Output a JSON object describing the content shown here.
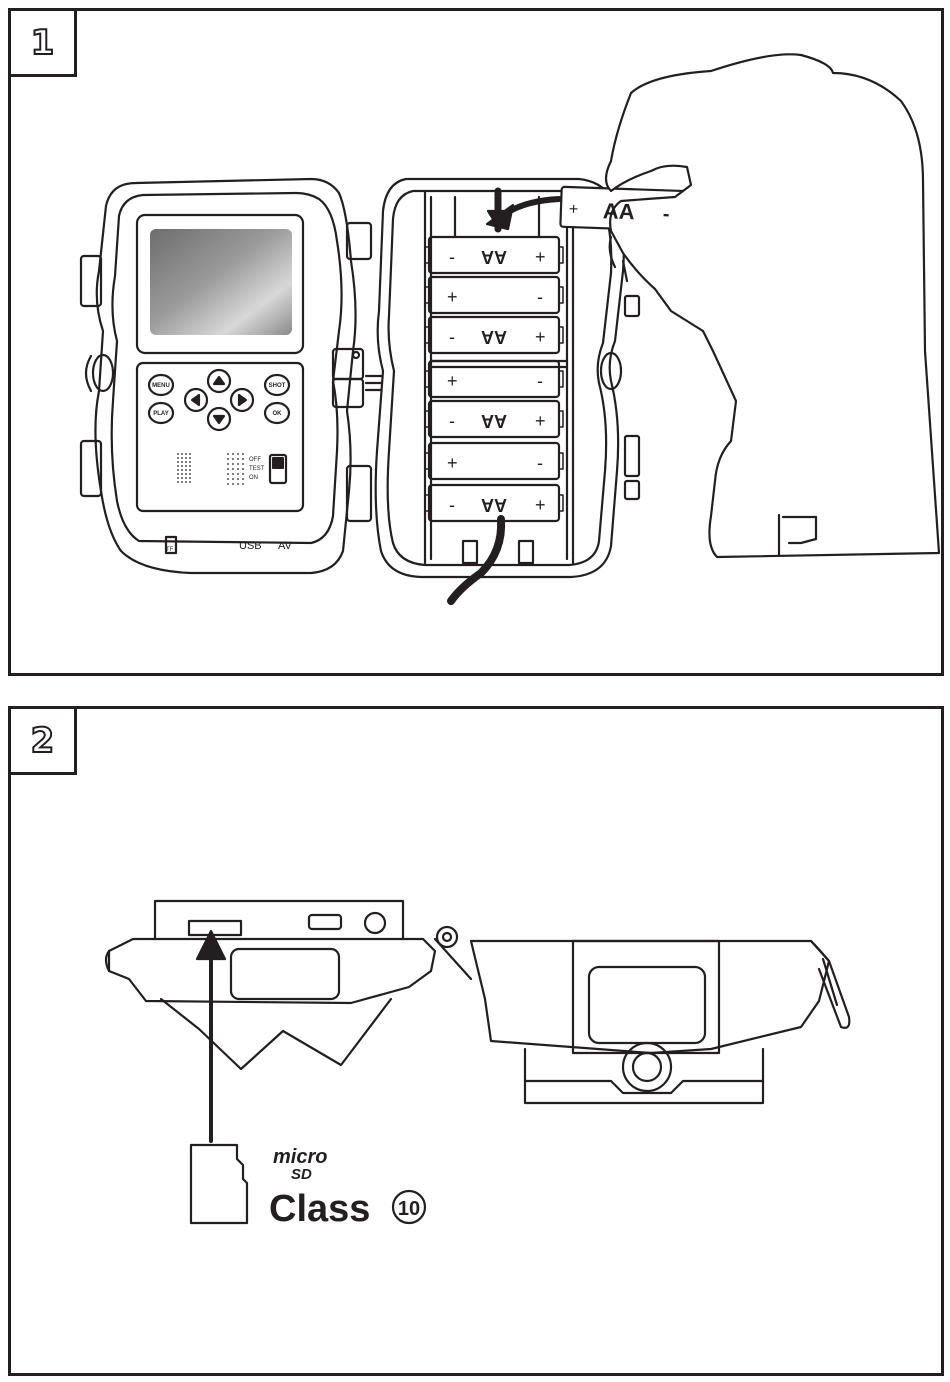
{
  "steps": [
    {
      "number": "1",
      "battery_label": "AA",
      "battery_plus": "+",
      "battery_minus": "-",
      "camera_labels": {
        "menu": "MENU",
        "play": "PLAY",
        "shot": "SHOT",
        "ok": "OK",
        "switch_off": "OFF",
        "switch_test": "TEST",
        "switch_on": "ON",
        "usb": "USB",
        "av": "AV",
        "tf": "TF"
      }
    },
    {
      "number": "2",
      "card_brand_top": "micro",
      "card_brand_bottom": "SD",
      "card_class": "Class",
      "card_class_number": "10"
    }
  ],
  "colors": {
    "line": "#231f20",
    "fill": "#ffffff"
  }
}
